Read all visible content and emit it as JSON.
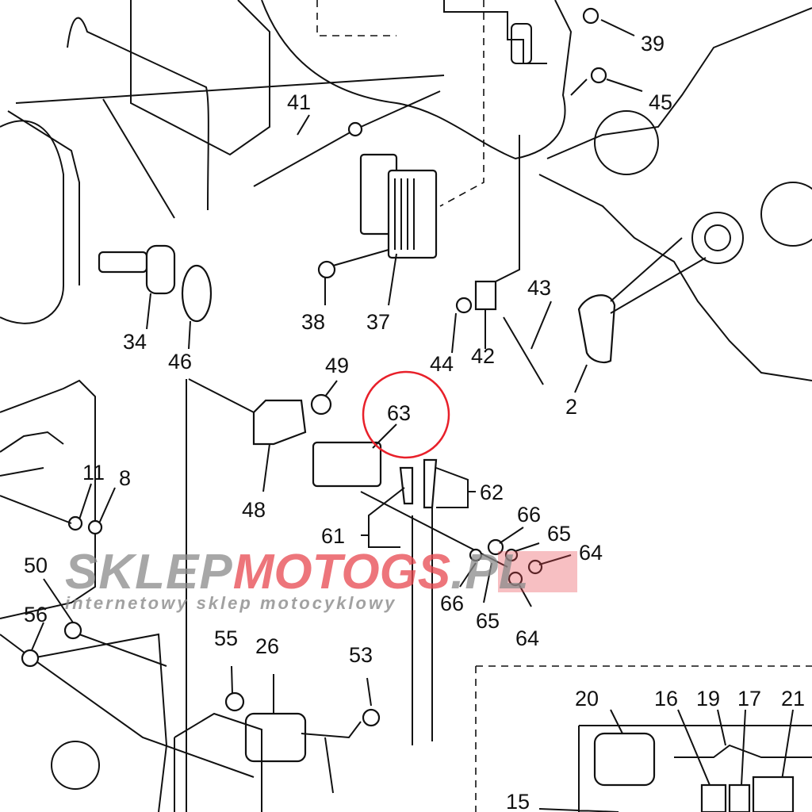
{
  "diagram": {
    "callouts": [
      "39",
      "45",
      "41",
      "37",
      "38",
      "34",
      "46",
      "49",
      "63",
      "44",
      "42",
      "43",
      "2",
      "11",
      "8",
      "48",
      "62",
      "61",
      "66",
      "65",
      "64",
      "50",
      "56",
      "55",
      "26",
      "53",
      "20",
      "16",
      "19",
      "17",
      "21",
      "15"
    ],
    "highlighted_callout": "63",
    "highlight_color": "#e8202a"
  },
  "watermark": {
    "brand_gray": "SKLEP",
    "brand_red": "MOTOGS",
    "brand_suffix": ".PL",
    "tagline": "internetowy sklep motocyklowy"
  }
}
